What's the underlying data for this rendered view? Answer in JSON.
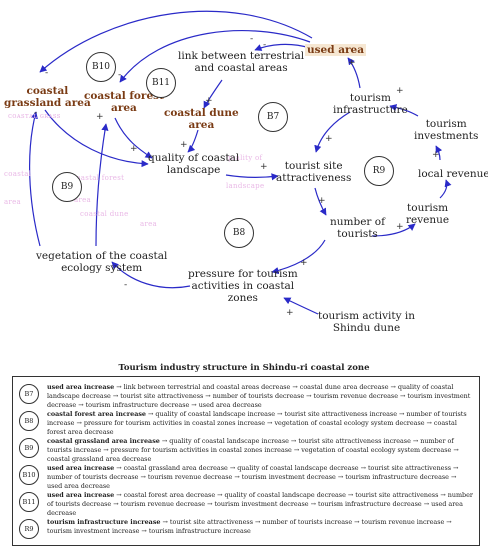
{
  "nodes": {
    "used_area": "used area",
    "link": [
      "link between terrestrial",
      "and coastal areas"
    ],
    "coastal_grassland": [
      "coastal",
      "grassland area"
    ],
    "coastal_forest": [
      "coastal forest",
      "area"
    ],
    "coastal_dune": [
      "coastal dune",
      "area"
    ],
    "quality": [
      "quality of coastal",
      "landscape"
    ],
    "tourism_infra": [
      "tourism",
      "infrastructure"
    ],
    "attractiveness": [
      "tourist site",
      "attractiveness"
    ],
    "tourists": [
      "number of",
      "tourists"
    ],
    "investments": [
      "tourism",
      "investments"
    ],
    "local_revenue": "local revenue",
    "tourism_revenue": [
      "tourism",
      "revenue"
    ],
    "vegetation": [
      "vegetation of the coastal",
      "ecology system"
    ],
    "pressure": [
      "pressure for tourism",
      "activities in coastal",
      "zones"
    ],
    "activity": [
      "tourism activity in",
      "Shindu dune"
    ]
  },
  "loops": {
    "B10": "B10",
    "B11": "B11",
    "B7": "B7",
    "R9": "R9",
    "B9": "B9",
    "B8": "B8"
  },
  "legend": {
    "title": "Tourism industry structure in Shindu-ri coastal zone",
    "rows": [
      {
        "badge": "B7",
        "lead": "used area increase",
        "text": " → link between terrestrial and coastal areas decrease → coastal dune area decrease → quality of coastal landscape decrease → tourist site attractiveness → number of tourists decrease → tourism revenue decrease → tourism investment decrease → tourism infrastructure decrease → used area decrease"
      },
      {
        "badge": "B8",
        "lead": "coastal forest area increase",
        "text": " → quality of coastal landscape increase → tourist site attractiveness increase → number of tourists increase → pressure for tourism activities in coastal zones increase → vegetation of coastal ecology system decrease → coastal forest area decrease"
      },
      {
        "badge": "B9",
        "lead": "coastal grassland area increase",
        "text": " → quality of coastal landscape increase → tourist site attractiveness increase → number of tourists increase → pressure for tourism activities in coastal zones increase → vegetation of coastal ecology system decrease → coastal grassland area decrease"
      },
      {
        "badge": "B10",
        "lead": "used area increase",
        "text": " → coastal grassland area decrease → quality of coastal landscape decrease → tourist site attractiveness → number of tourists decrease → tourism revenue decrease → tourism investment decrease → tourism infrastructure decrease → used area decrease"
      },
      {
        "badge": "B11",
        "lead": "used area increase",
        "text": " → coastal forest area decrease → quality of coastal landscape decrease → tourist site attractiveness → number of tourists decrease → tourism revenue decrease → tourism investment decrease → tourism infrastructure decrease → used area decrease"
      },
      {
        "badge": "R9",
        "lead": "tourism infrastructure increase",
        "text": " → tourist site attractiveness → number of tourists increase → tourism revenue increase → tourism investment increase → tourism infrastructure increase"
      }
    ]
  },
  "colors": {
    "arrow": "#2a2ac8",
    "highlight_text": "#7a3b14",
    "highlight_bg": "#f6e7d2",
    "ghost_text": "#e9b8e6"
  }
}
